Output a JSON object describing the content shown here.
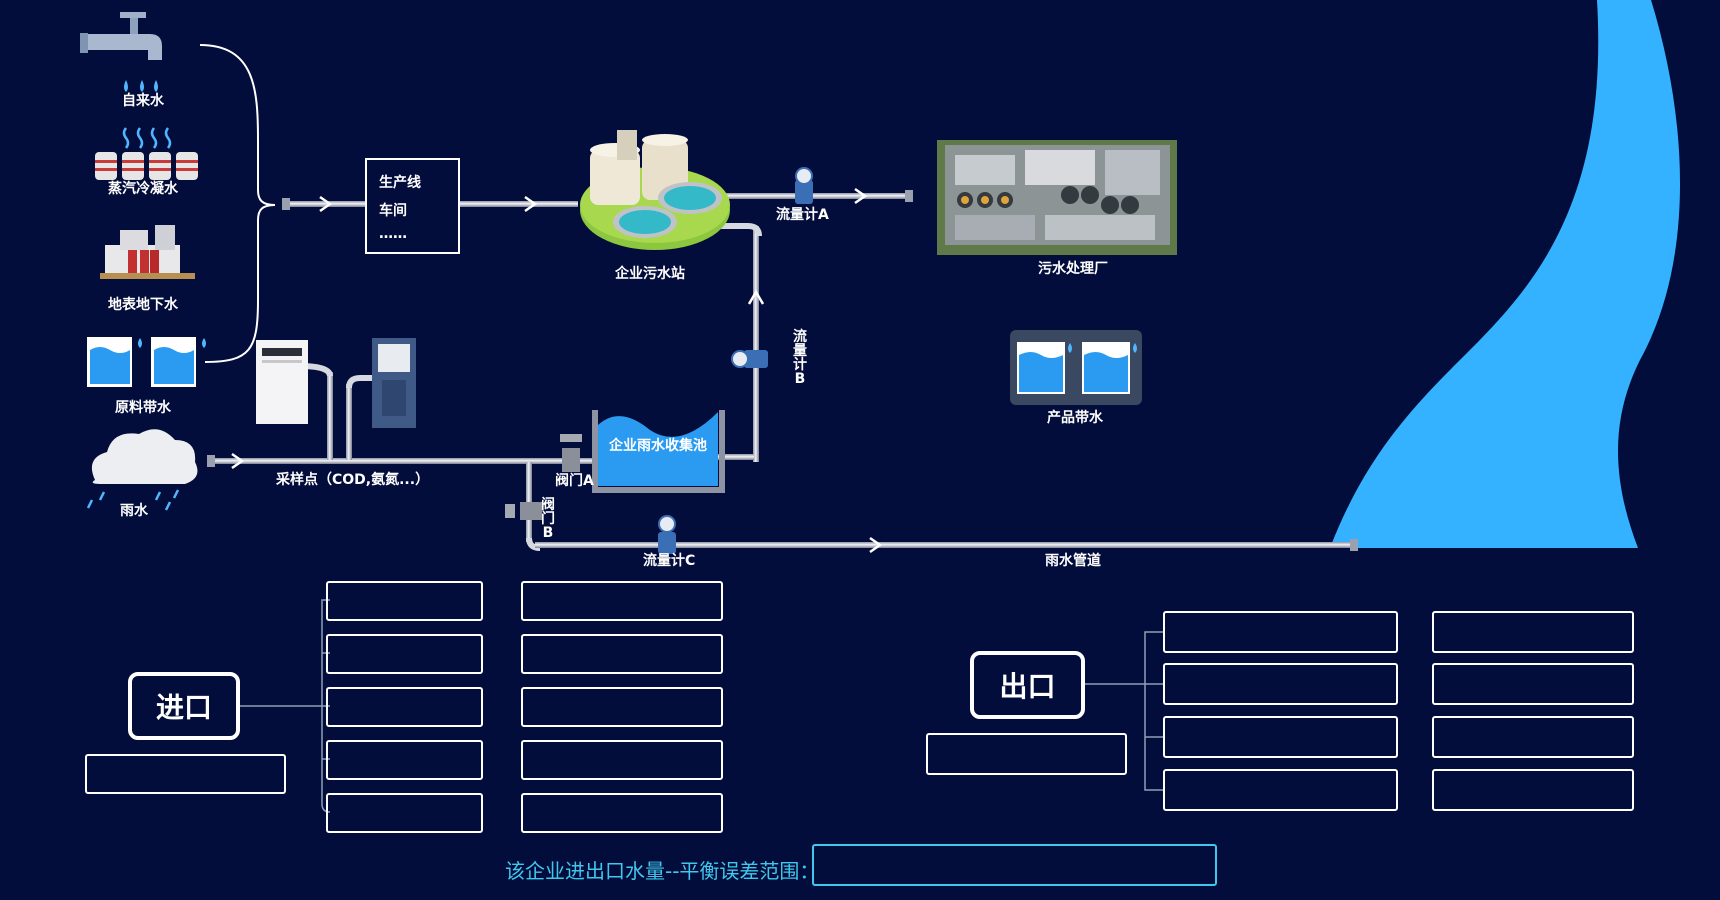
{
  "sources": {
    "tap_water": "自来水",
    "steam_condensate": "蒸汽冷凝水",
    "ground_water": "地表地下水",
    "raw_material_water": "原料带水",
    "rain": "雨水"
  },
  "production_line": {
    "line1": "生产线",
    "line2": "车间",
    "line3": "……"
  },
  "stations": {
    "enterprise_wwtp": "企业污水站",
    "sewage_plant": "污水处理厂",
    "product_water": "产品带水",
    "rain_pool": "企业雨水收集池",
    "rain_pipe": "雨水管道",
    "sampling_point": "采样点（COD,氨氮...）"
  },
  "meters": {
    "flow_a": "流量计A",
    "flow_b": "流量计B",
    "flow_c": "流量计C",
    "valve_a": "阀门A",
    "valve_b": "阀门B"
  },
  "panels": {
    "inlet": "进口",
    "outlet": "出口",
    "balance_label": "该企业进出口水量--平衡误差范围："
  },
  "colors": {
    "background": "#030d3b",
    "river": "#35b2ff",
    "accent_text": "#3fc7ee",
    "pipe": "#c9ccd6",
    "line": "#ffffff"
  },
  "icons": [
    "water-tap-icon",
    "condenser-icon",
    "factory-icon",
    "water-tank-icon",
    "rain-cloud-icon",
    "flow-meter-icon",
    "valve-icon",
    "sedimentation-tank-icon",
    "sewage-plant-icon",
    "analyzer-icon"
  ]
}
